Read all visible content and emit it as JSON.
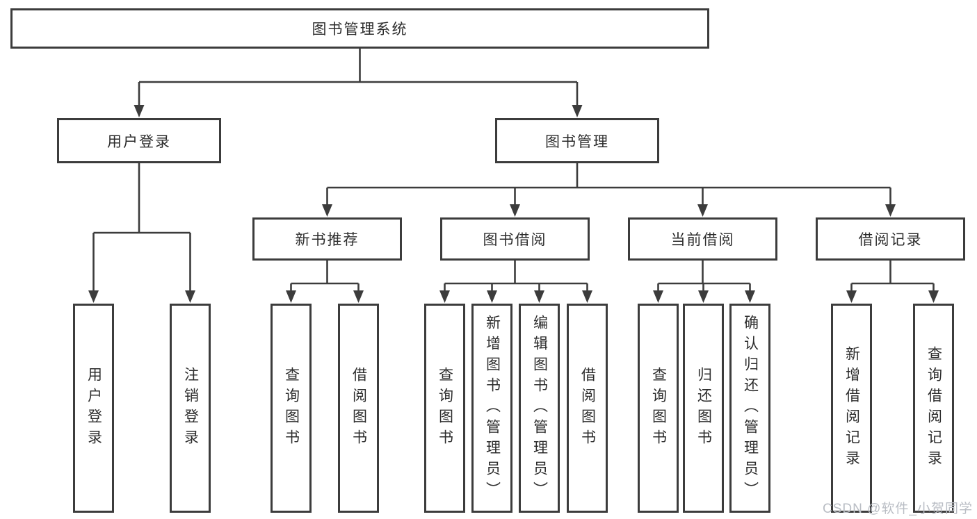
{
  "diagram_title": "图书管理系统",
  "colors": {
    "line": "#3c3c3c",
    "text": "#2d2d2d",
    "box_background": "#ffffff",
    "page_background": "#ffffff",
    "watermark": "#b9bdc4"
  },
  "root": {
    "label": "图书管理系统"
  },
  "level2": [
    {
      "label": "用户登录"
    },
    {
      "label": "图书管理"
    }
  ],
  "level3": [
    {
      "parent": "图书管理",
      "label": "新书推荐"
    },
    {
      "parent": "图书管理",
      "label": "图书借阅"
    },
    {
      "parent": "图书管理",
      "label": "当前借阅"
    },
    {
      "parent": "图书管理",
      "label": "借阅记录"
    }
  ],
  "leaves": [
    {
      "parent": "用户登录",
      "label": "用户登录"
    },
    {
      "parent": "用户登录",
      "label": "注销登录"
    },
    {
      "parent": "新书推荐",
      "label": "查询图书"
    },
    {
      "parent": "新书推荐",
      "label": "借阅图书"
    },
    {
      "parent": "图书借阅",
      "label": "查询图书"
    },
    {
      "parent": "图书借阅",
      "label": "新增图书（管理员）"
    },
    {
      "parent": "图书借阅",
      "label": "编辑图书（管理员）"
    },
    {
      "parent": "图书借阅",
      "label": "借阅图书"
    },
    {
      "parent": "当前借阅",
      "label": "查询图书"
    },
    {
      "parent": "当前借阅",
      "label": "归还图书"
    },
    {
      "parent": "当前借阅",
      "label": "确认归还（管理员）"
    },
    {
      "parent": "借阅记录",
      "label": "新增借阅记录"
    },
    {
      "parent": "借阅记录",
      "label": "查询借阅记录"
    }
  ],
  "watermark": "CSDN @软件_小贺同学"
}
